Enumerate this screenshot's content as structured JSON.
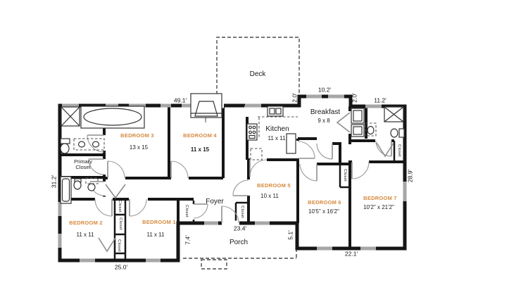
{
  "floor_plan": {
    "rooms": {
      "bedroom1": {
        "name": "BEDROOM 1",
        "dims": "11 x 11"
      },
      "bedroom2": {
        "name": "BEDROOM 2",
        "dims": "11 x 11"
      },
      "bedroom3": {
        "name": "BEDROOM 3",
        "dims": "13 x 15"
      },
      "bedroom4": {
        "name": "BEDROOM 4",
        "dims": "11 x 15"
      },
      "bedroom5": {
        "name": "BEDROOM 5",
        "dims": "10 x 11"
      },
      "bedroom6": {
        "name": "BEDROOM 6",
        "dims": "10'5\" x 16'2\""
      },
      "bedroom7": {
        "name": "BEDROOM 7",
        "dims": "10'2\" x 21'2\""
      },
      "kitchen": {
        "name": "Kitchen",
        "dims": "11 x 11"
      },
      "breakfast": {
        "name": "Breakfast",
        "dims": "9 x 8"
      },
      "deck": {
        "name": "Deck"
      },
      "foyer": {
        "name": "Foyer"
      },
      "porch": {
        "name": "Porch"
      },
      "primary_closet": {
        "name": "Primary Closet"
      }
    },
    "closet_label": "Closet",
    "dimensions": {
      "top_left_width": "49.1'",
      "deck_side_left": "2.0'",
      "breakfast_top_width": "10.2'",
      "deck_side_right": "2.0'",
      "bath_top_width": "11.2'",
      "left_height": "31.2'",
      "right_height": "28.9'",
      "bottom_left_width": "25.0'",
      "porch_top_width": "23.4'",
      "porch_left_height": "7.4'",
      "porch_right_height": "5.1'",
      "bottom_right_width": "22.1'"
    },
    "colors": {
      "room_label": "#d6893c",
      "wall": "#161616",
      "window": "#a6a6a6",
      "dimension_text": "#1c1c1c"
    }
  }
}
